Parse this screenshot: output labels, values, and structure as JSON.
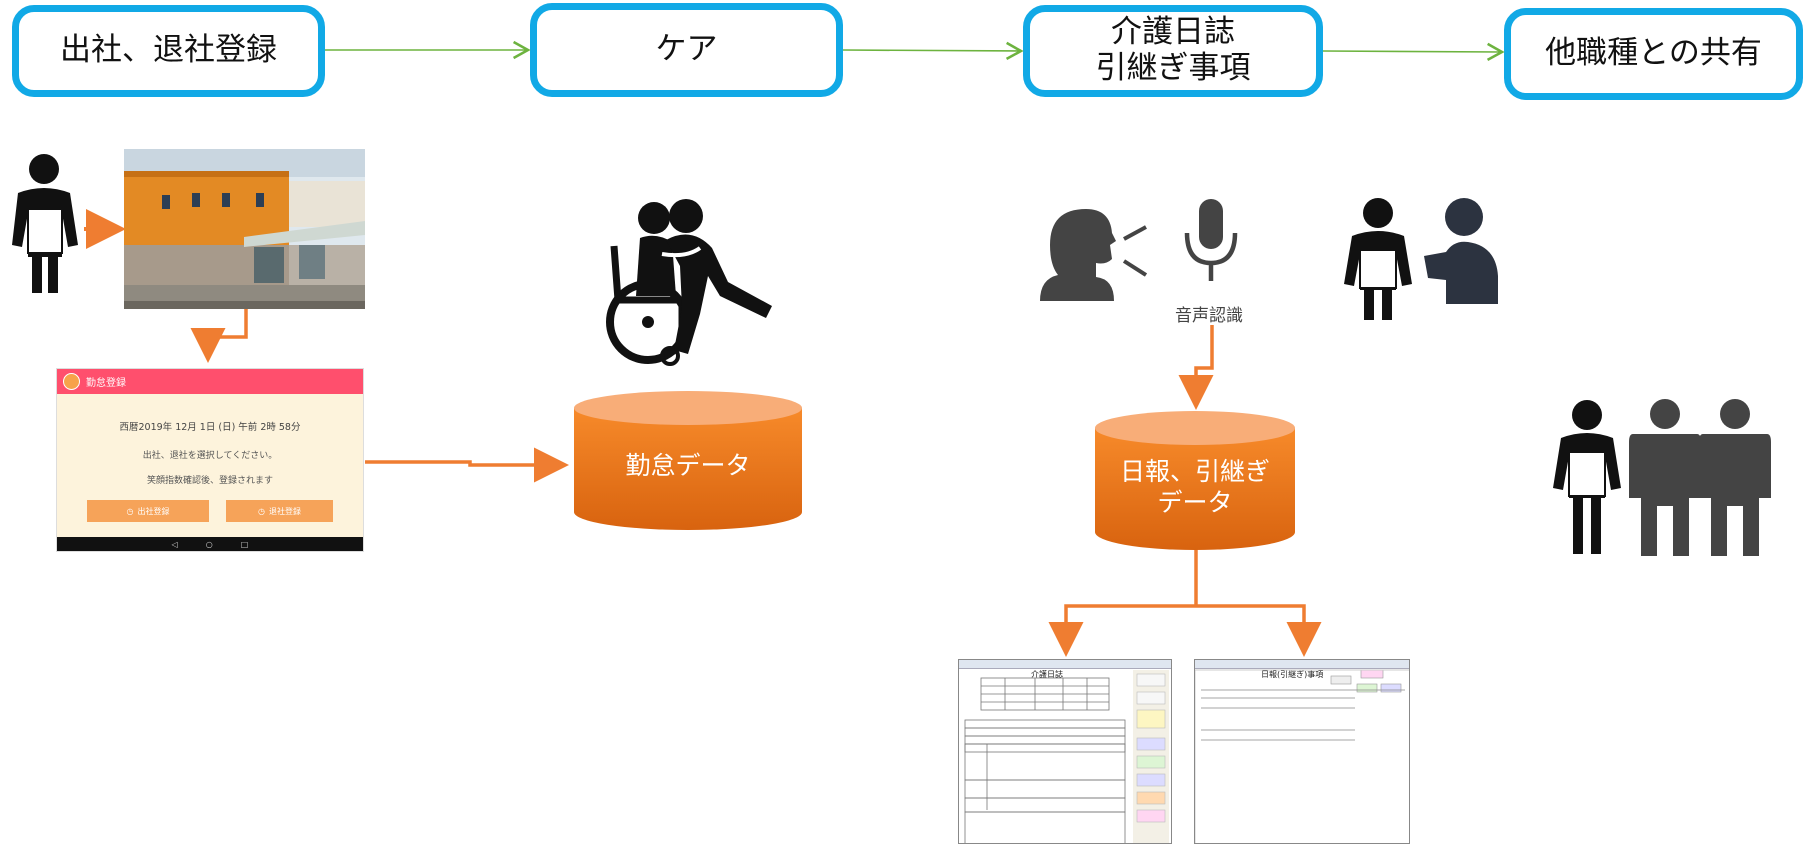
{
  "stages": [
    {
      "label": "出社、退社登録"
    },
    {
      "label": "ケア"
    },
    {
      "label": "介護日誌\n引継ぎ事項"
    },
    {
      "label": "他職種との共有"
    }
  ],
  "app_screen": {
    "header_title": "勤怠登録",
    "datetime": "西暦2019年 12月 1日 (日) 午前 2時 58分",
    "instruction": "出社、退社を選択してください。",
    "note": "笑顔指数確認後、登録されます",
    "btn_checkin": "出社登録",
    "btn_checkout": "退社登録",
    "nav": [
      "◁",
      "○",
      "□"
    ]
  },
  "databases": {
    "attendance": "勤怠データ",
    "daily": "日報、引継ぎ\nデータ"
  },
  "voice_label": "音声認識",
  "thumbnails": {
    "left_title": "介護日誌",
    "right_title": "日報(引継ぎ)事項"
  },
  "colors": {
    "stage_border": "#11a9e6",
    "flow_arrow": "#6db33f",
    "orange_arrow": "#ef7d31",
    "cylinder": "#f07a1e",
    "app_header": "#ff4f6d"
  }
}
